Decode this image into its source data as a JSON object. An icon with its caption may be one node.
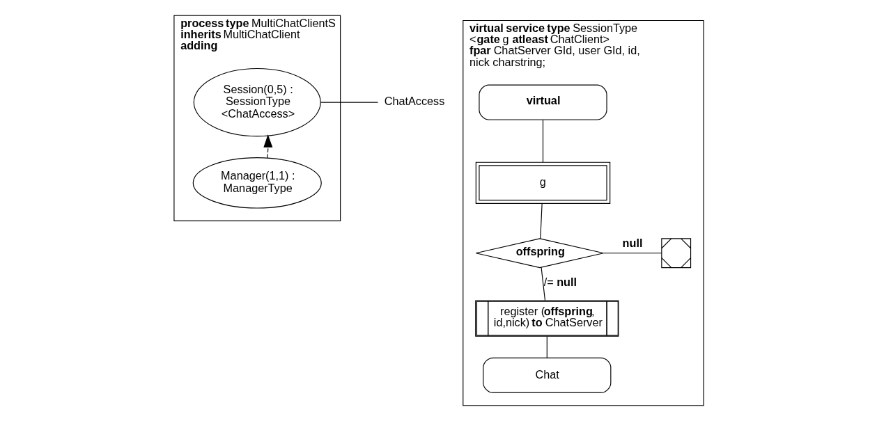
{
  "diagram": {
    "nodes": [
      {
        "text": [
          "**process type** MultiChatClientS **inherits** MultiChatClient **adding**"
        ]
      },
      {
        "text": [
          "Session(0,5) : SessionType <ChatAccess>"
        ],
        "in": 0
      },
      {
        "text": [
          "Manager(1,1) : ManagerType"
        ],
        "in": 0
      },
      {
        "text": [
          "ChatAccess"
        ]
      },
      {
        "text": [
          "**virtual service type** SessionType <**gate** g **atleast** ChatClient> **fpar** ChatServer GId, user GId, id, nick charstring;"
        ]
      },
      {
        "text": [
          "**virtual**"
        ],
        "in": 4
      },
      {
        "text": [
          "g"
        ],
        "in": 4
      },
      {
        "text": [
          "**offspring**"
        ],
        "in": 4
      },
      {
        "text": [
          "register (**offspring**, id,nick) **to** ChatServer"
        ],
        "in": 4
      },
      {
        "text": [
          "Chat"
        ],
        "in": 4
      },
      {
        "text": [],
        "shape": "cross",
        "in": 4
      }
    ],
    "edges": [
      {
        "from": 2,
        "to": 1,
        "arrow": "to",
        "style": "dashed"
      },
      {
        "from": 1,
        "to": 3,
        "arrow": "none"
      },
      {
        "from": 5,
        "to": 6,
        "arrow": "none"
      },
      {
        "from": 6,
        "to": 7,
        "arrow": "none"
      },
      {
        "from": 7,
        "to": 10,
        "arrow": "none",
        "label": "**null**"
      },
      {
        "from": 7,
        "to": 8,
        "arrow": "none",
        "label": "/= **null**"
      },
      {
        "from": 8,
        "to": 9,
        "arrow": "none"
      }
    ]
  }
}
